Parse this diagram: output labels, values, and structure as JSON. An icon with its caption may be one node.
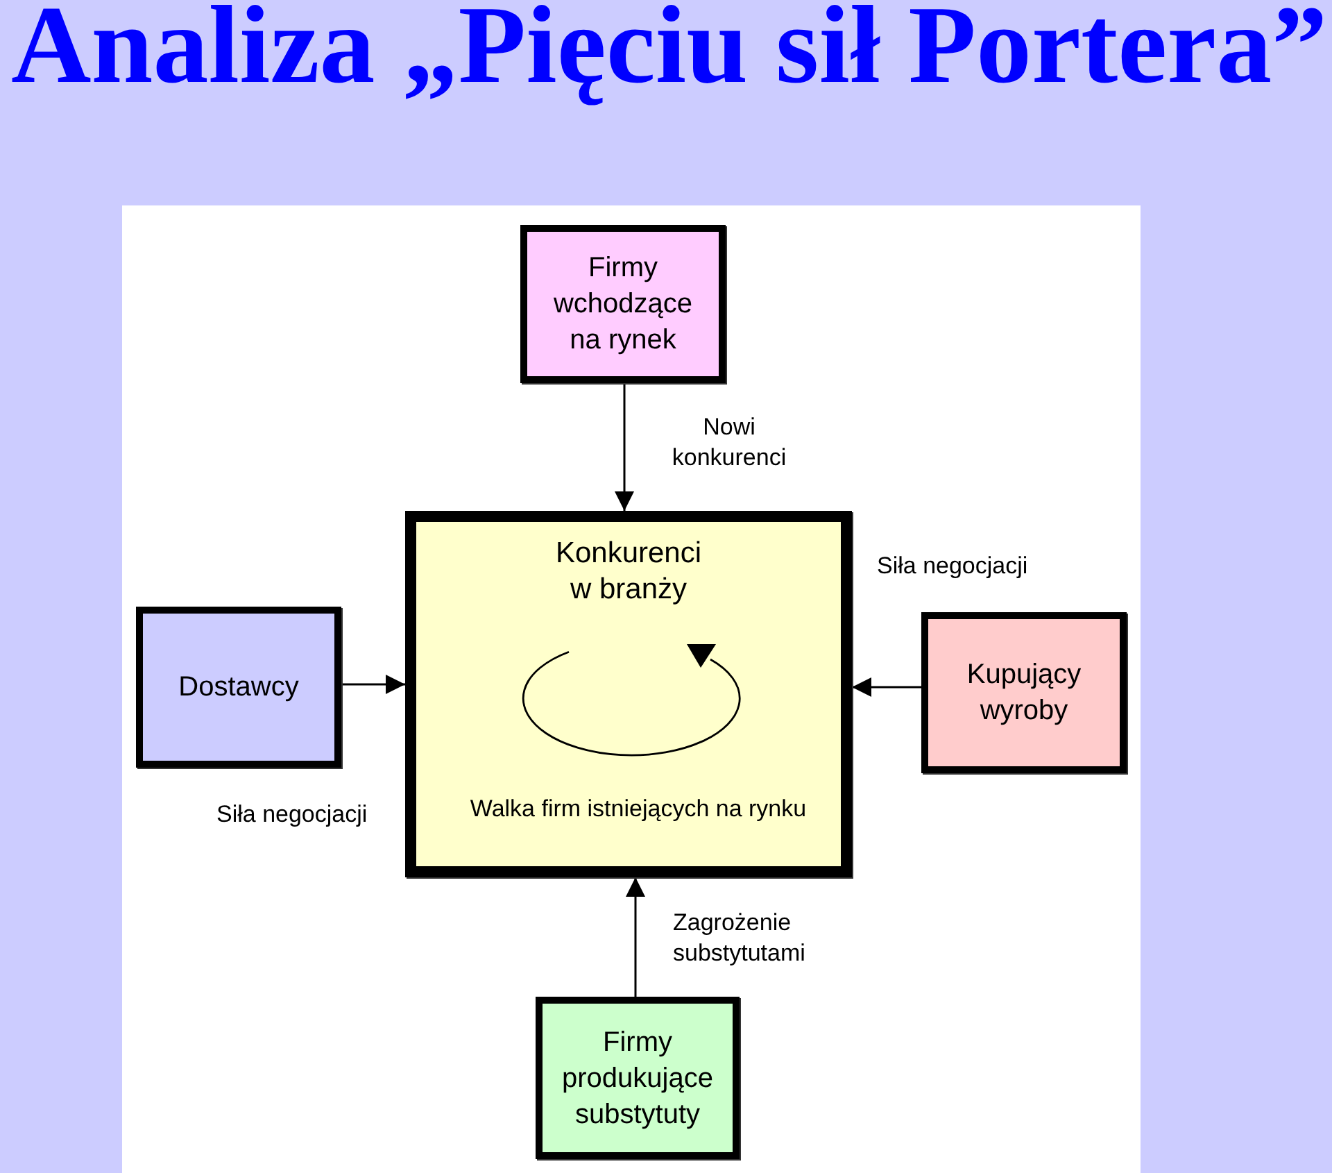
{
  "diagram": {
    "title": "Analiza „Pięciu sił Portera”",
    "nodes": [
      {
        "text": [
          "Firmy wchodzące na rynek"
        ]
      },
      {
        "text": [
          "Konkurenci w branży",
          "Walka firm istniejących na rynku"
        ]
      },
      {
        "text": [
          "Dostawcy"
        ]
      },
      {
        "text": [
          "Kupujący wyroby"
        ]
      },
      {
        "text": [
          "Firmy produkujące substytuty"
        ]
      }
    ],
    "edges": [
      {
        "from": 0,
        "to": 1,
        "arrow": "to",
        "label": "Nowi konkurenci"
      },
      {
        "from": 2,
        "to": 1,
        "arrow": "to"
      },
      {
        "from": 3,
        "to": 1,
        "arrow": "to",
        "label": "Siła negocjacji"
      },
      {
        "from": 4,
        "to": 1,
        "arrow": "to",
        "label": "Zagrożenie substytutami"
      }
    ],
    "labels": [
      "Siła negocjacji"
    ]
  }
}
